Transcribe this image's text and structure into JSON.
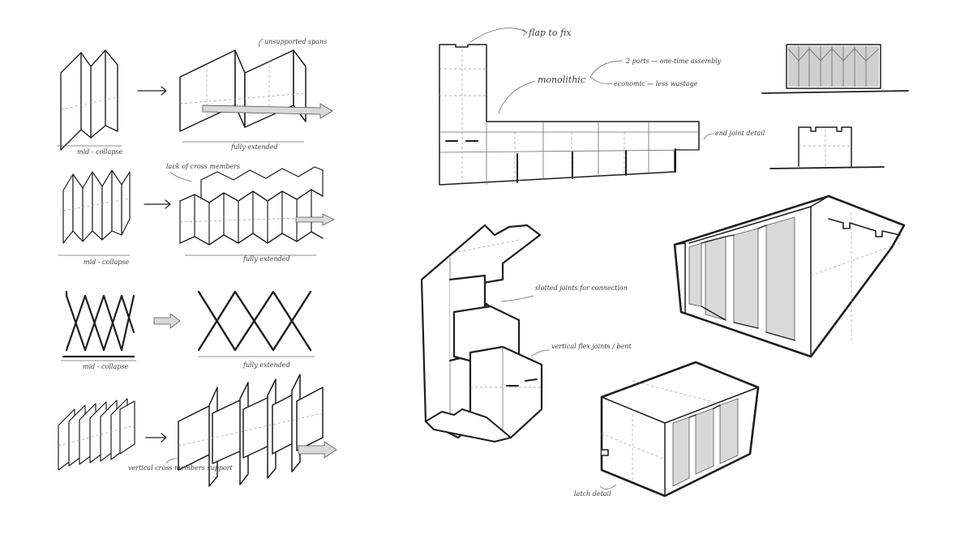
{
  "labels": {
    "unsupported_spans": "unsupported spans",
    "mid_collapse_1": "mid - collapse",
    "fully_extended_1": "fully extended",
    "lack_cross_members": "lack of cross members",
    "mid_collapse_2": "mid - collapse",
    "fully_extended_2": "fully extended",
    "mid_collapse_3": "mid - collapse",
    "fully_extended_3": "fully extended",
    "vertical_cross_support": "vertical cross members support",
    "flap_to_fix": "flap to fix",
    "monolithic": "monolithic",
    "two_parts": "2 parts — one-time assembly",
    "economic": "economic — less wastage",
    "end_joint_detail": "end joint detail",
    "slotted_joints": "slotted joints for connection",
    "vertical_flex_joints": "vertical flex joints / bent",
    "latch_detail": "latch detail"
  }
}
